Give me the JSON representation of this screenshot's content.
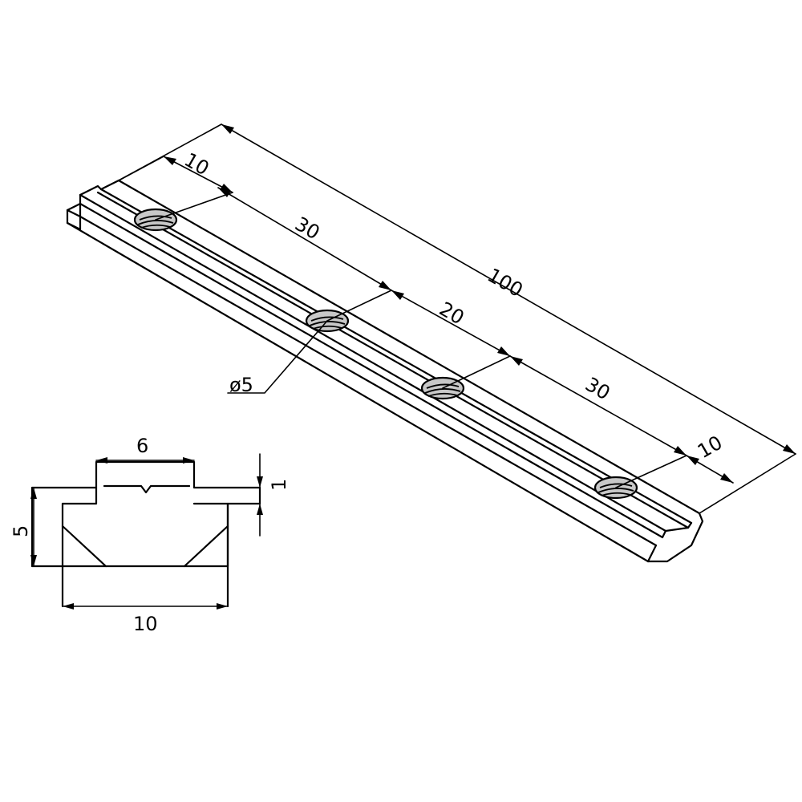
{
  "isometric_view": {
    "dims": {
      "overall_length": "100",
      "end_offset_left": "10",
      "spacing_left": "30",
      "spacing_center": "20",
      "spacing_right": "30",
      "end_offset_right": "10"
    },
    "hole_callout": "ø5"
  },
  "section_view": {
    "dims": {
      "top_width": "6",
      "bottom_width": "10",
      "height": "5",
      "flange_thickness": "1"
    }
  }
}
